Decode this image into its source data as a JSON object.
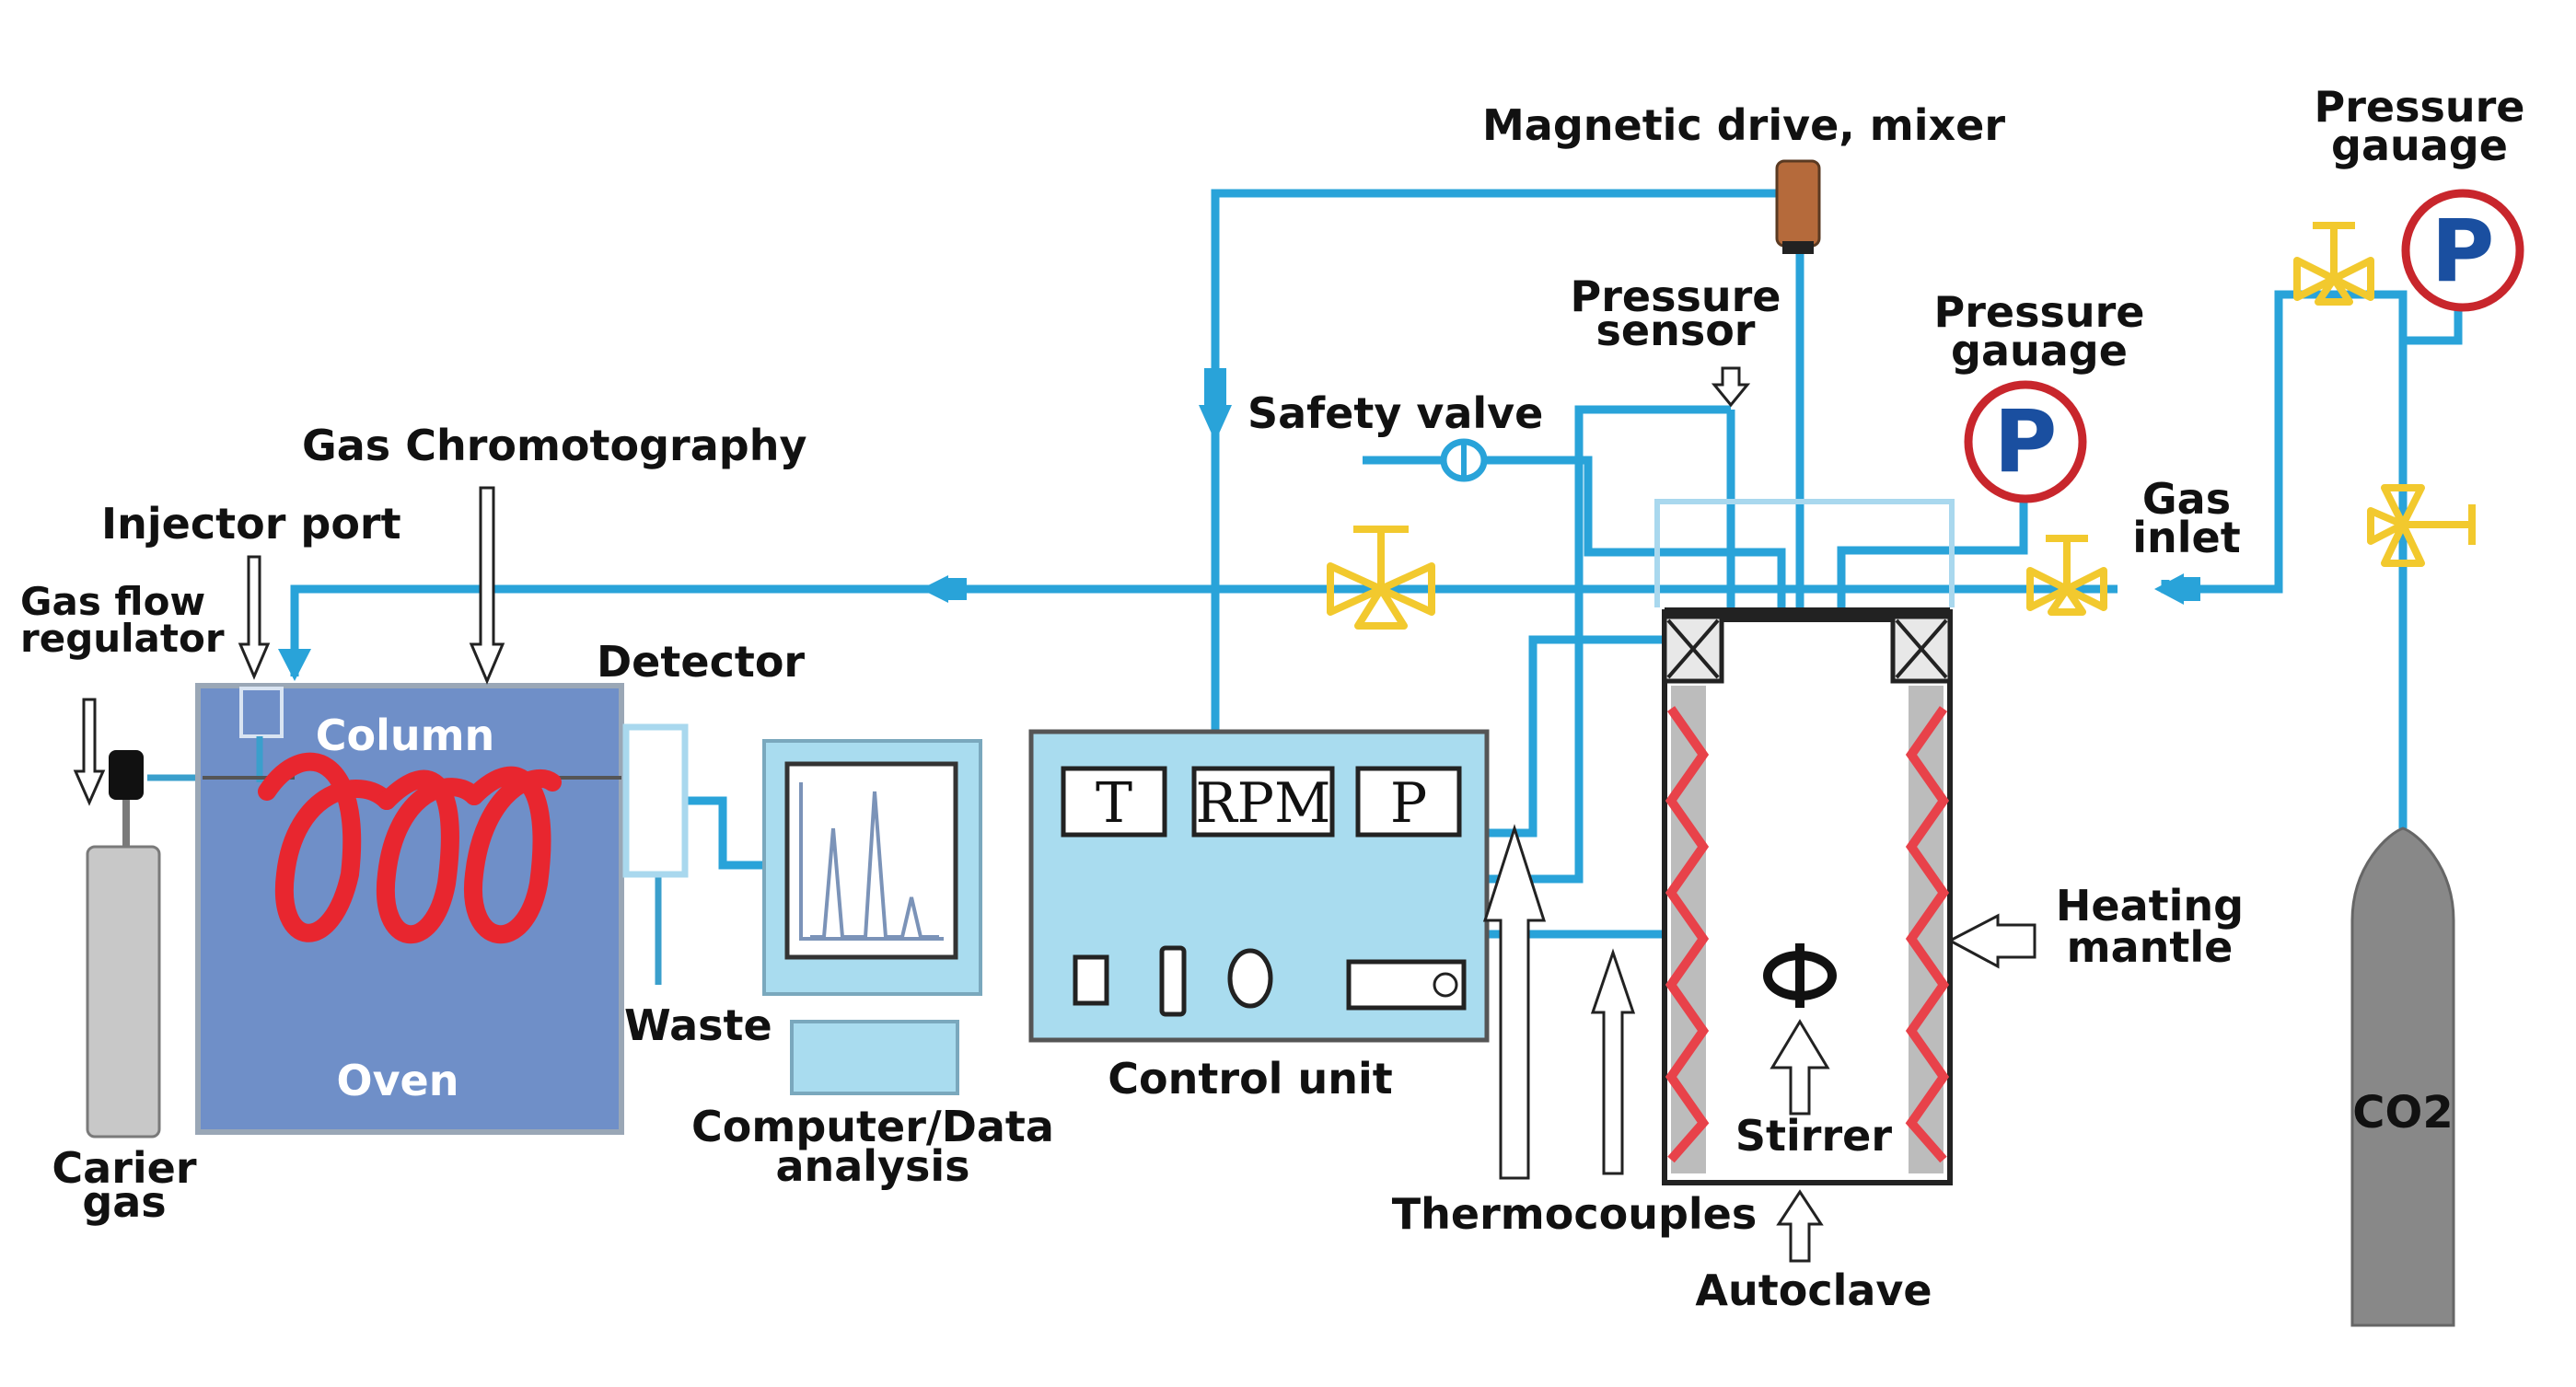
{
  "labels": {
    "magnetic_drive": "Magnetic drive, mixer",
    "pressure_gauge_right_line1": "Pressure",
    "pressure_gauge_right_line2": "gauage",
    "pressure_sensor_line1": "Pressure",
    "pressure_sensor_line2": "sensor",
    "pressure_gauge_mid_line1": "Pressure",
    "pressure_gauge_mid_line2": "gauage",
    "safety_valve": "Safety valve",
    "gas_chromatography": "Gas Chromotography",
    "injector_port": "Injector port",
    "gas_flow_regulator_line1": "Gas flow",
    "gas_flow_regulator_line2": "regulator",
    "gas_inlet_line1": "Gas",
    "gas_inlet_line2": "inlet",
    "detector": "Detector",
    "column": "Column",
    "oven": "Oven",
    "waste": "Waste",
    "computer_line1": "Computer/Data",
    "computer_line2": "analysis",
    "control_unit": "Control unit",
    "heating_mantle_line1": "Heating",
    "heating_mantle_line2": "mantle",
    "stirrer": "Stirrer",
    "thermocouples": "Thermocouples",
    "autoclave": "Autoclave",
    "carrier_gas_line1": "Carier",
    "carrier_gas_line2": "gas",
    "co2": "CO2"
  },
  "control_panel": {
    "t": "T",
    "rpm": "RPM",
    "p": "P"
  },
  "gauge_symbol": "P",
  "colors": {
    "pipe": "#29a3d9",
    "gc_box": "#6f8fc8",
    "column_coil": "#e8262f",
    "valve": "#f2c92e",
    "gauge_ring": "#c8262c",
    "gauge_letter": "#1a4fa0",
    "control_unit": "#a9dcef",
    "co2_cylinder": "#888888"
  },
  "icons": [
    "valve-icon",
    "pressure-gauge-icon",
    "stirrer-icon",
    "gas-cylinder-icon",
    "coil-icon"
  ]
}
